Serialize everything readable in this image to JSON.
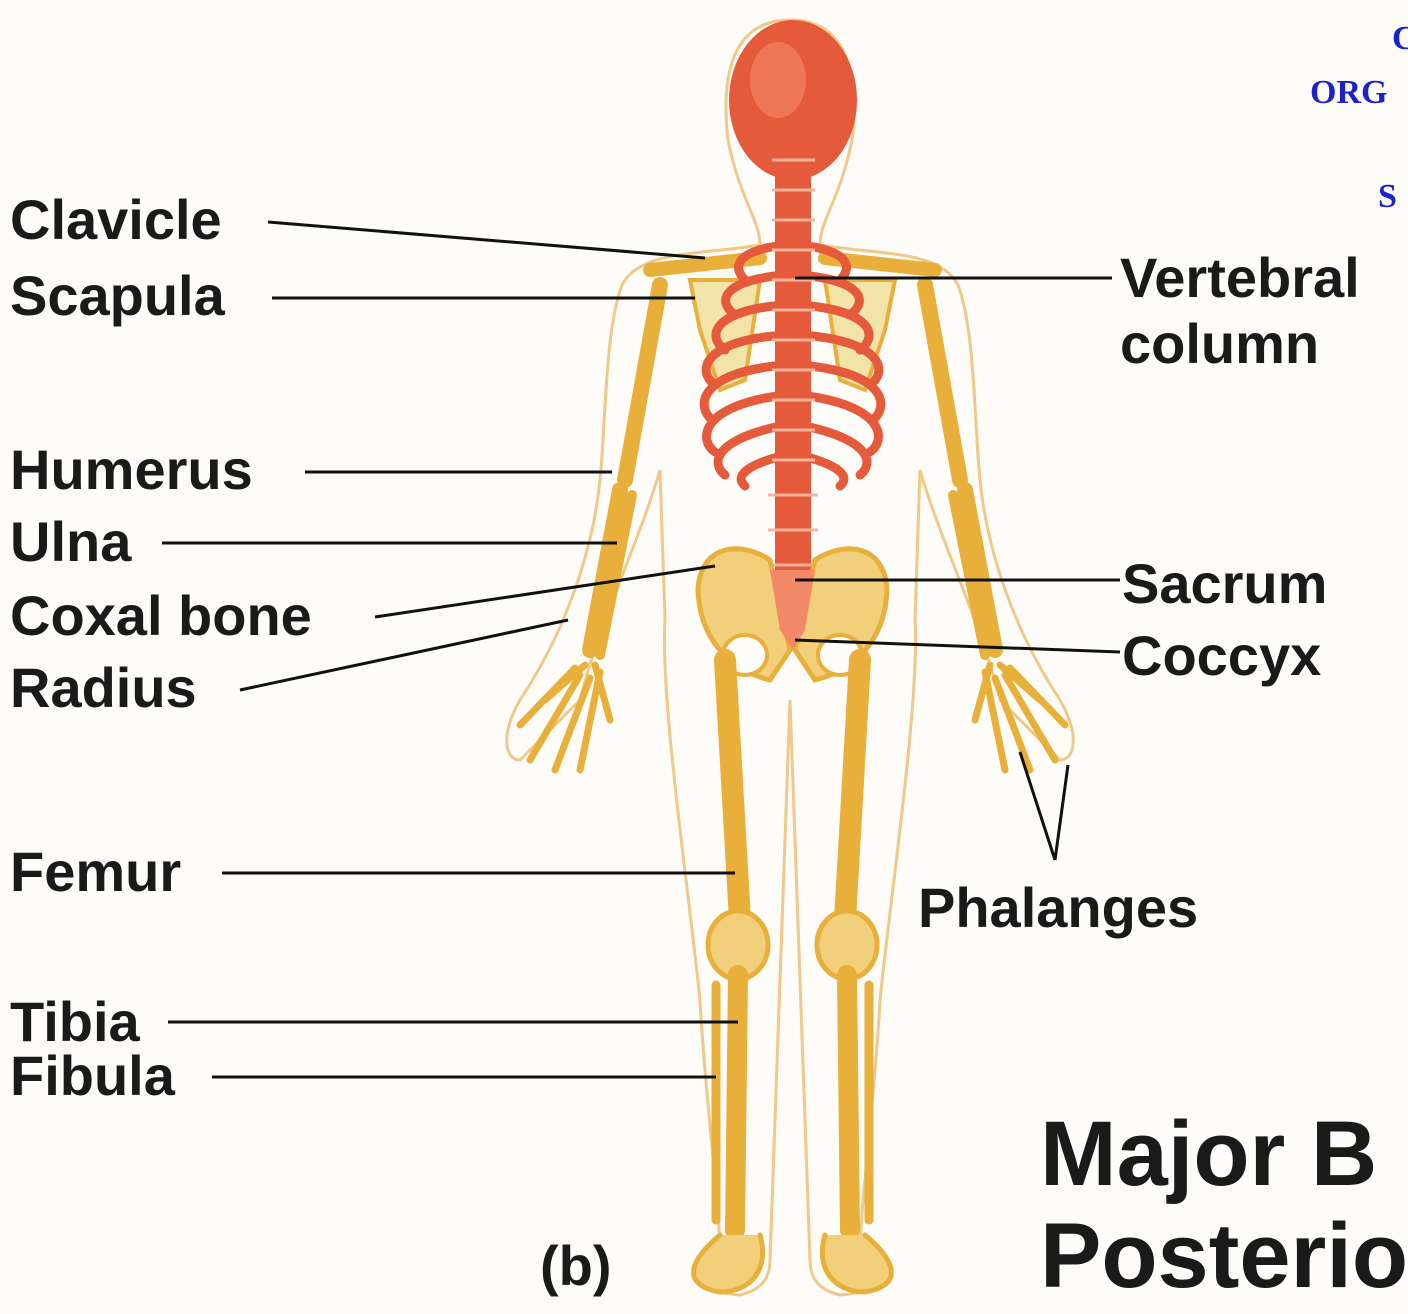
{
  "header_lines": [
    "C",
    "ORG",
    "S"
  ],
  "labels_left": [
    "Clavicle",
    "Scapula",
    "Humerus",
    "Ulna",
    "Coxal bone",
    "Radius",
    "Femur",
    "Tibia",
    "Fibula"
  ],
  "labels_right": {
    "vertebral_line1": "Vertebral",
    "vertebral_line2": "column",
    "sacrum": "Sacrum",
    "coccyx": "Coccyx",
    "phalanges": "Phalanges"
  },
  "panel_letter": "(b)",
  "title_line1": "Major B",
  "title_line2": "Posterio",
  "colors": {
    "bone": "#e8b03a",
    "bone_light": "#f2cf7a",
    "axial": "#e65a3c",
    "axial_light": "#f28a6a",
    "outline": "#f0c98a",
    "header_text": "#1b22c8",
    "label_text": "#1a1a1a"
  }
}
